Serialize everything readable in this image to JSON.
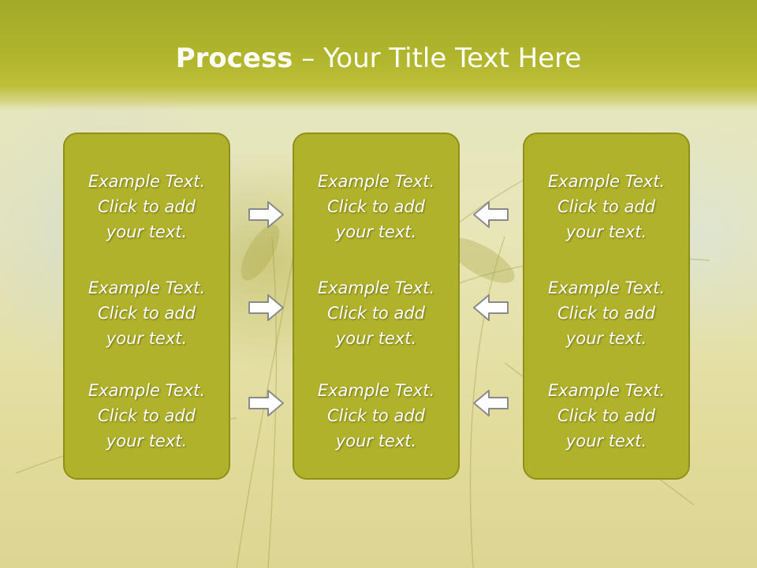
{
  "slide": {
    "title_bold": "Process",
    "title_rest": " – Your Title Text Here"
  },
  "columns": [
    {
      "items": [
        {
          "line1": "Example Text.",
          "line2": "Click  to add",
          "line3": "your text."
        },
        {
          "line1": "Example Text.",
          "line2": "Click  to add",
          "line3": "your text."
        },
        {
          "line1": "Example Text.",
          "line2": "Click  to add",
          "line3": "your text."
        }
      ]
    },
    {
      "items": [
        {
          "line1": "Example Text.",
          "line2": "Click  to add",
          "line3": "your text."
        },
        {
          "line1": "Example Text.",
          "line2": "Click  to add",
          "line3": "your text."
        },
        {
          "line1": "Example Text.",
          "line2": "Click  to add",
          "line3": "your text."
        }
      ]
    },
    {
      "items": [
        {
          "line1": "Example Text.",
          "line2": "Click  to add",
          "line3": "your text."
        },
        {
          "line1": "Example Text.",
          "line2": "Click  to add",
          "line3": "your text."
        },
        {
          "line1": "Example Text.",
          "line2": "Click  to add",
          "line3": "your text."
        }
      ]
    }
  ],
  "colors": {
    "panel": "#b1b22b",
    "title_band": "#aab02a",
    "arrow_fill": "#ffffff",
    "arrow_stroke": "#8a8a8a"
  },
  "icons": {
    "left_arrows": "arrow-right-icon",
    "right_arrows": "arrow-left-icon"
  }
}
